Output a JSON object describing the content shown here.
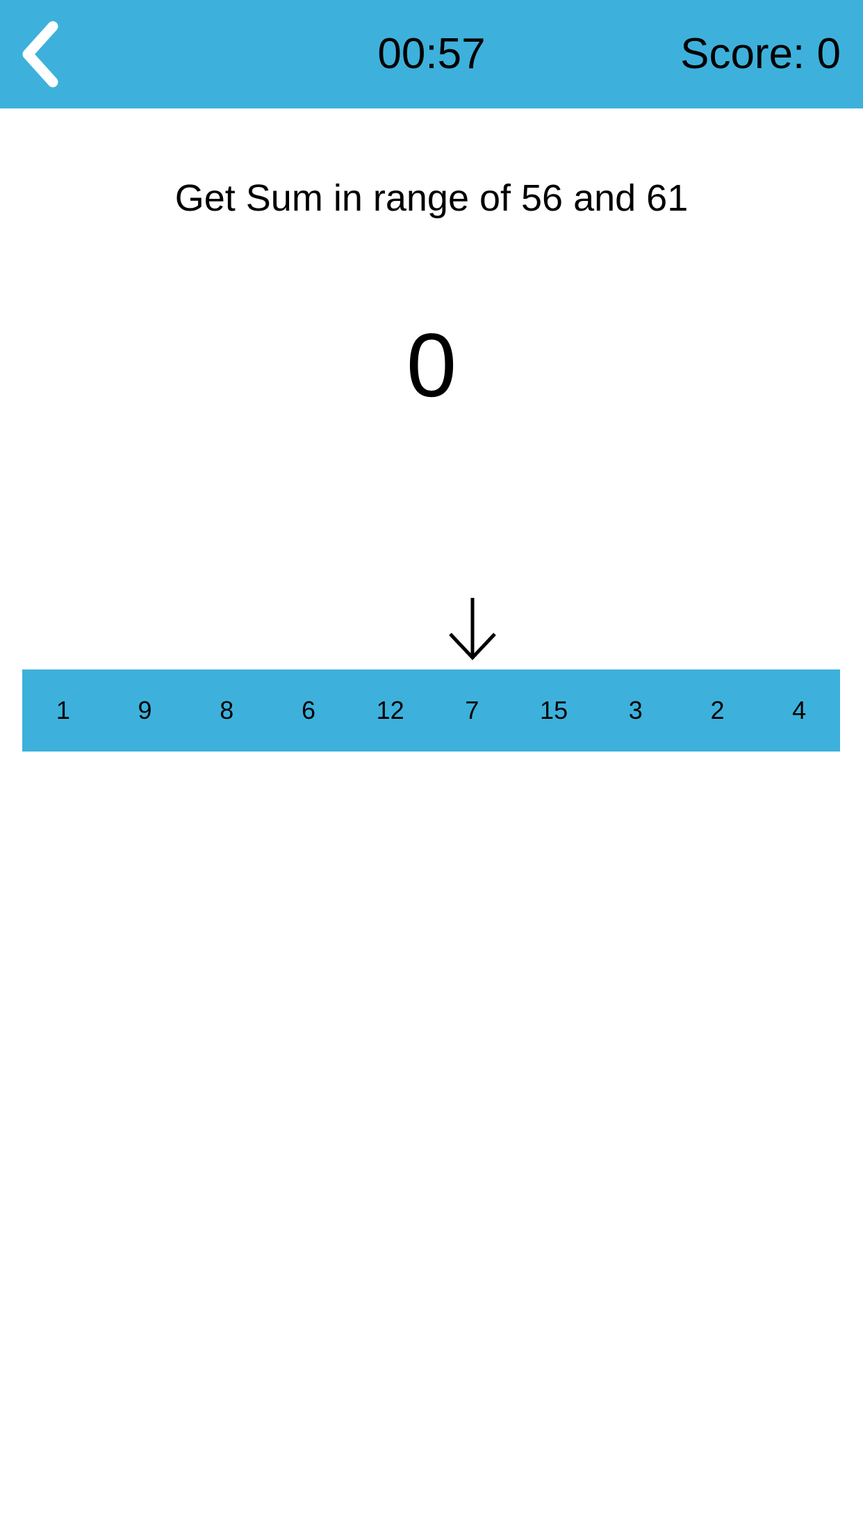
{
  "header": {
    "back_icon": "chevron-left-icon",
    "timer": "00:57",
    "score": "Score: 0",
    "background_color": "#3db1db"
  },
  "game": {
    "prompt": "Get Sum in range of 56 and 61",
    "current_sum": "0",
    "pointer_icon": "arrow-down-icon",
    "numbers": [
      "1",
      "9",
      "8",
      "6",
      "12",
      "7",
      "15",
      "3",
      "2",
      "4"
    ],
    "selected_index": 5,
    "strip_color": "#3db1db"
  }
}
